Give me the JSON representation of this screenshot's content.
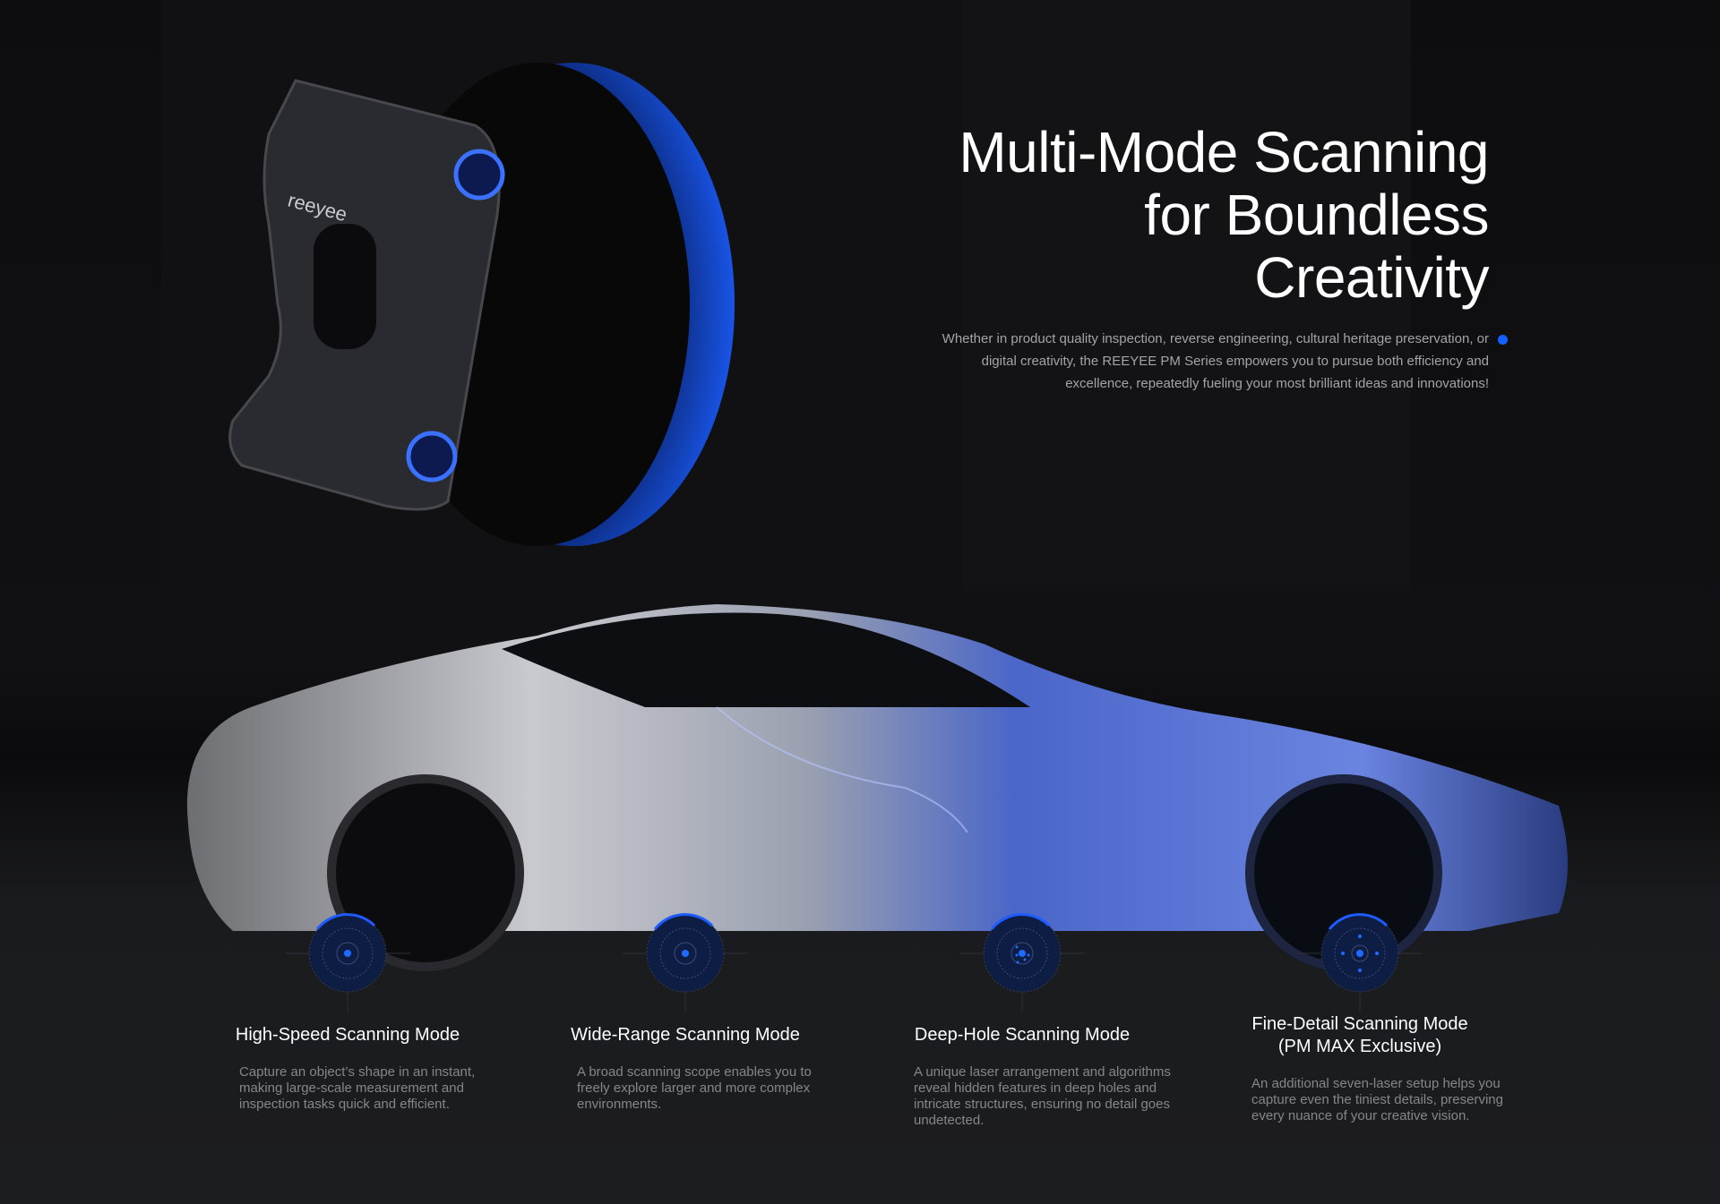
{
  "hero": {
    "title_lines": [
      "Multi-Mode Scanning",
      "for Boundless",
      "Creativity"
    ],
    "intro": "Whether in product quality inspection, reverse engineering, cultural heritage preservation, or digital creativity, the REEYEE PM Series empowers you to pursue both efficiency and excellence, repeatedly fueling your most brilliant ideas and innovations!",
    "scanner_brand": "reeyee",
    "accent": "#1160ff"
  },
  "modes": [
    {
      "title": "High-Speed Scanning Mode",
      "subtitle": "",
      "description": "Capture an object’s shape in an instant, making large-scale measurement and inspection tasks quick and efficient.",
      "icon": "single-point-target-icon"
    },
    {
      "title": "Wide-Range Scanning Mode",
      "subtitle": "",
      "description": "A broad scanning scope enables you to freely explore larger and more complex environments.",
      "icon": "single-point-target-icon"
    },
    {
      "title": "Deep-Hole Scanning Mode",
      "subtitle": "",
      "description": "A unique laser arrangement and algorithms reveal hidden features in deep holes and intricate structures, ensuring no detail goes undetected.",
      "icon": "cluster-target-icon"
    },
    {
      "title": "Fine-Detail Scanning Mode",
      "subtitle": "(PM MAX Exclusive)",
      "description": "An additional seven-laser setup helps you capture even the tiniest details, preserving every nuance of your creative vision.",
      "icon": "cross-point-target-icon"
    }
  ]
}
